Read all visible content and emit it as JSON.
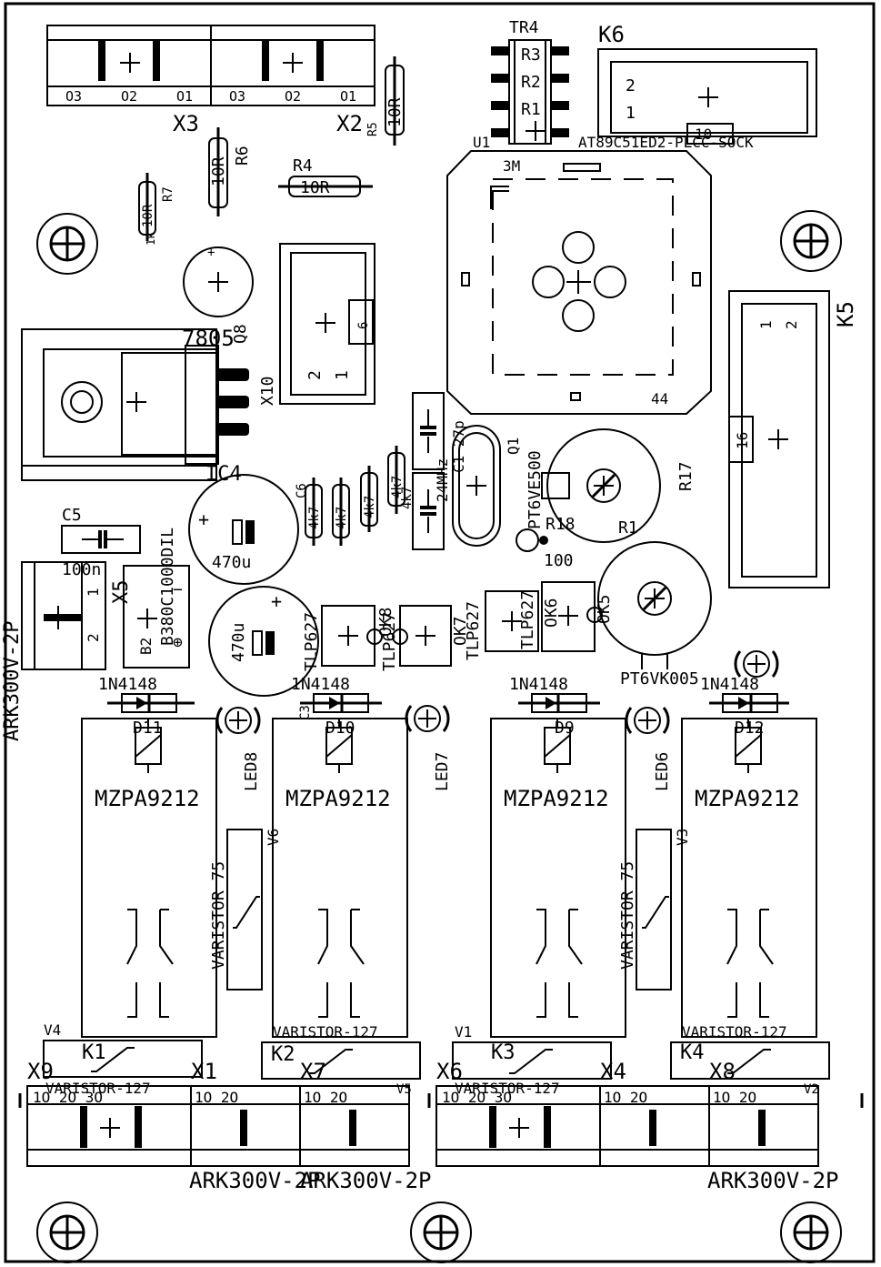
{
  "labels": {
    "tr4": "TR4",
    "r3": "R3",
    "r2": "R2",
    "r1": "R1",
    "k6": "K6",
    "k6_pin2": "2",
    "k6_pin1": "1",
    "k6_10": "10",
    "u1": "U1",
    "u1_part": "AT89C51ED2-PLCC-SOCK",
    "u1_3m": "3M",
    "u1_44": "44",
    "x3": "X3",
    "x2": "X2",
    "x3_o3": "O3",
    "x3_o2": "O2",
    "x3_o1": "O1",
    "x2_o3": "O3",
    "x2_o2": "O2",
    "x2_o1": "O1",
    "r5": "R5",
    "r5_val": "10R",
    "r6": "R6",
    "r6_val": "10R",
    "r4": "R4",
    "r4_val": "10R",
    "r7": "R7",
    "r7_val": "10R",
    "r7_1k": "1k",
    "q8": "Q8",
    "c7805": "7805",
    "x10": "X10",
    "x10_6": "6",
    "x10_2": "2",
    "x10_1": "1",
    "k5": "K5",
    "k5_1": "1",
    "k5_2": "2",
    "k5_16": "16",
    "ic4": "IC4",
    "c5": "C5",
    "c5_val": "100n",
    "cap1_val": "470u",
    "cap2_val": "470u",
    "b380": "B380C1000DIL",
    "b2": "B2",
    "x5": "X5",
    "x5_1": "1",
    "x5_2": "2",
    "ark_left": "ARK300V-2P",
    "c6": "C6",
    "r_4k7a": "4k7",
    "r_4k7b": "4k7",
    "r_4k7c": "4k7",
    "r_4k7d": "4k7",
    "r_4k7e": "4k7",
    "mhz": "24MHz",
    "c27p": "C1 27p",
    "q1": "Q1",
    "r17": "R17",
    "r18": "R18",
    "r18_val": "100",
    "pt6ve": "PT6VE500",
    "pt6vk": "PT6VK005",
    "tlp_a": "TLP627",
    "tlp_b": "TLP627",
    "tlp_c": "TLP627",
    "tlp_d": "TLP627",
    "ok8": "OK8",
    "ok7": "OK7",
    "ok6": "OK6",
    "ok5": "OK5",
    "d1": "1N4148",
    "d2": "1N4148",
    "d3": "1N4148",
    "d4": "1N4148",
    "d11": "D11",
    "d10": "D10",
    "d9": "D9",
    "d12": "D12",
    "c3": "C3",
    "led8": "LED8",
    "led7": "LED7",
    "led6": "LED6",
    "relay1": "MZPA9212",
    "relay2": "MZPA9212",
    "relay3": "MZPA9212",
    "relay4": "MZPA9212",
    "var_l": "VARISTOR 75",
    "var_r": "VARISTOR 75",
    "v6": "V6",
    "v3": "V3",
    "v4": "V4",
    "v1": "V1",
    "var127a": "VARISTOR-127",
    "var127b": "VARISTOR-127",
    "var127c": "VARISTOR-127",
    "var127d": "VARISTOR-127",
    "k1": "K1",
    "k2": "K2",
    "k3": "K3",
    "k4": "K4",
    "v5": "V5",
    "v2": "V2",
    "x9": "X9",
    "x1": "X1",
    "x7": "X7",
    "x6": "X6",
    "x4": "X4",
    "x8": "X8",
    "term3a": "1O 2O 3O",
    "term2a": "1O 2O",
    "term2b": "1O 2O",
    "term3b": "1O 2O 3O",
    "term2c": "1O 2O",
    "term2d": "1O 2O",
    "ark_b1": "ARK300V-2P",
    "ark_b2": "ARK300V-2P",
    "ark_b3": "ARK300V-2P"
  }
}
